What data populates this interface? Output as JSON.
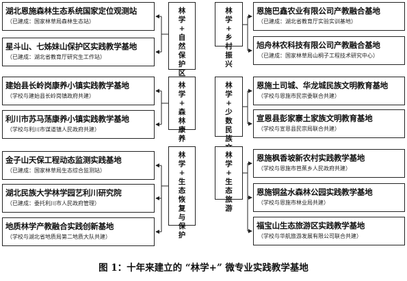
{
  "caption": "图 1：十年来建立的 “林学+” 微专业实践教学基地",
  "categories": [
    {
      "id": "c1",
      "label": "林\n学\n+\n自\n然\n保\n护\n区"
    },
    {
      "id": "c2",
      "label": "林\n学\n+\n乡\n村\n振\n兴"
    },
    {
      "id": "c3",
      "label": "林\n学\n+\n森\n林\n康\n养"
    },
    {
      "id": "c4",
      "label": "林\n学\n+\n少\n数\n民\n族\n文\n明"
    },
    {
      "id": "c5",
      "label": "林\n学\n+\n生\n态\n恢\n复\n与\n保\n护"
    },
    {
      "id": "c6",
      "label": "林\n学\n+\n生\n态\n旅\n游"
    }
  ],
  "bases": [
    {
      "name": "湖北恩施森林生态系统国家定位观测站",
      "note": "（已建成：国家林草局森林生态站）"
    },
    {
      "name": "星斗山、七姊妹山保护区实践教学基地",
      "note": "（已建成：湖北省教育厅研究生工作站）"
    },
    {
      "name": "恩施巴鑫农业有限公司产教融合基地",
      "note": "（已建成：湖北省教育厅实验实训基地）"
    },
    {
      "name": "旭舟林农科技有限公司产教融合基地",
      "note": "（已建成：国家林草局山桐子工程技术研究中心）"
    },
    {
      "name": "建始县长岭岗康养小镇实践教学基地",
      "note": "（学校与建始县长岭岗镇政府共建）"
    },
    {
      "name": "利川市苏马荡康养小镇实践教学基地",
      "note": "（学校与利川市谋道镇人民政府共建）"
    },
    {
      "name": "恩施土司城、华龙城民族文明教育基地",
      "note": "（学校与恩施市民宗委联合共建）"
    },
    {
      "name": "宣恩县彭家寨土家族文明教育基地",
      "note": "（学校与宣恩县民宗局联合共建）"
    },
    {
      "name": "金子山天保工程动态监测实践基地",
      "note": "（已建成：国家林草局生态综合监测站）"
    },
    {
      "name": "湖北民族大学林学园艺利川研究院",
      "note": "（已建成：委托利川市人民政府管理）"
    },
    {
      "name": "地质林学产教融合实践创新基地",
      "note": "（学校与湖北省地质局第二地质大队共建）"
    },
    {
      "name": "恩施枫香坡新农村实践教学基地",
      "note": "（学校与恩施市芭蕉乡人民政府共建）"
    },
    {
      "name": "恩施铜盆水森林公园实践教学基地",
      "note": "（学校与恩施市林业局共建）"
    },
    {
      "name": "福宝山生态旅游区实践教学基地",
      "note": "（学校与华航旅游发展有限公司联合共建）"
    }
  ]
}
